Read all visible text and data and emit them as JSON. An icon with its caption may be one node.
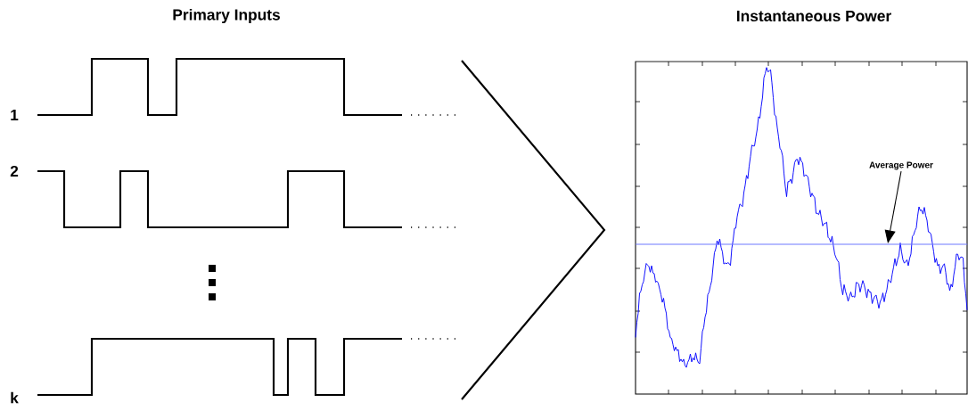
{
  "diagram": {
    "nodes": [
      {
        "text": [
          "Average Power"
        ]
      },
      {
        "text": [],
        "shape": "line"
      }
    ],
    "edges": [
      {
        "from": 0,
        "to": 1,
        "arrow": "to"
      }
    ],
    "labels": [
      "Primary Inputs",
      "Instantaneous Power",
      "1",
      "2",
      "k"
    ]
  }
}
